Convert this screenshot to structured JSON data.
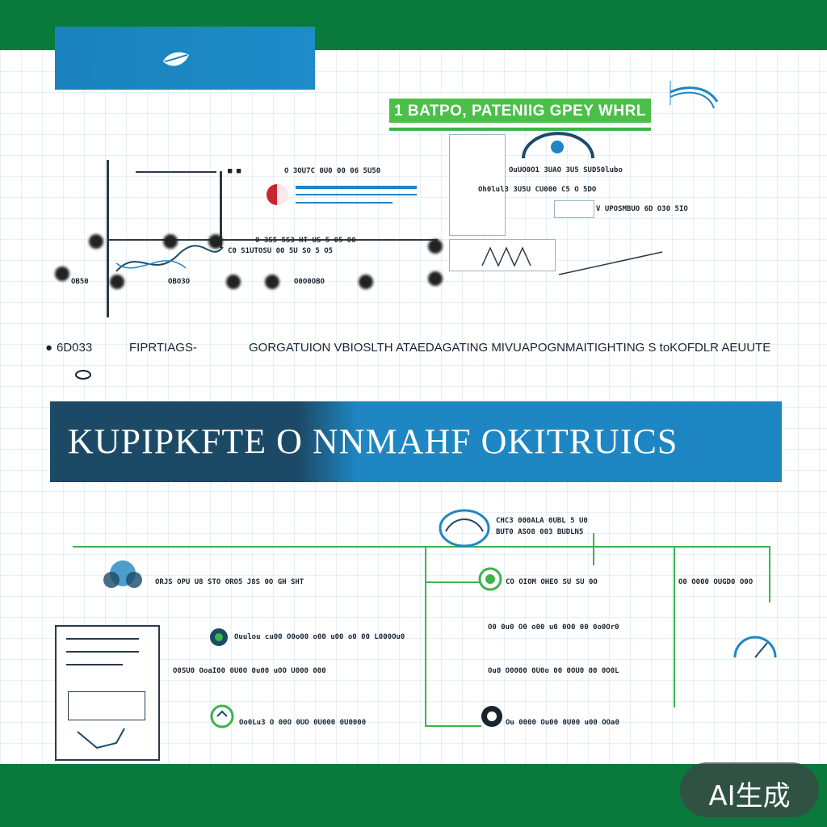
{
  "header": {
    "green_tag": "1 BATPO, PATENIIG GPEY WHRL"
  },
  "hero": {
    "title": "KUPIPKFTE O NNMAHF OKITRUICS"
  },
  "row_labels": {
    "left_code": "6D033",
    "filter_label": "FIPRTIAGS-",
    "long_label": "GORGATUION VBIOSLTH ATAEDAGATING MIVUAPOGNMAITIGHTING S toKOFDLR AEUUTE"
  },
  "captions": {
    "top_mid_1": "O 3OU7C 0U0 00 06 5U50",
    "top_mid_2": "O 3S5 5S3 HT US 5 05 O0",
    "top_mid_3": "C0 S1UTOSU 00 5U SO 5 O5",
    "right_1": "OuUO0O1 3UAO 3U5 SUD50lubo",
    "right_2": "Oh0lul3 3U5U CU000 C5 O 5DO",
    "right_3": "V UPOSMBUO 6D O30 5IO",
    "dots_1": "OB50",
    "dots_2": "OBO3O",
    "dots_3": "O0O0OBO",
    "mid_flow": "ORJS OPU U8 STO ORO5 J8S 0O GH SHT",
    "lower_1": "CHC3 000ALA 0UBL 5 U0",
    "lower_2": "BUT0 ASO8 003 BUDLN5",
    "lower_3": "CO OIOM OHEO SU SU 0O",
    "bl_1": "Ouulou cu00 O0o00 o00 u00 o0 00 L000Ou0",
    "bl_2": "O0SU0 OoaI00 0U0O 0u00 uOO U000 000",
    "bl_3": "Oo0Lu3 O 00O 0UO 0U000 0U0000",
    "mr_1": "O0 0u0 O0 o00 u0 0O0 00 0o0Or0",
    "mr_2": "Ou0 O0000 0U0o 00 0OU0 00 0O0L",
    "mr_3": "Ou 0000 Ou00 0U00 u00 OOa0",
    "far_r": "O0 O000 OUGD0 O0O"
  },
  "badge": {
    "label": "AI生成"
  },
  "colors": {
    "brand_green": "#0a7a3c",
    "accent_blue": "#1e86c2",
    "accent_green": "#4cbf4a",
    "navy": "#1c4a66"
  }
}
